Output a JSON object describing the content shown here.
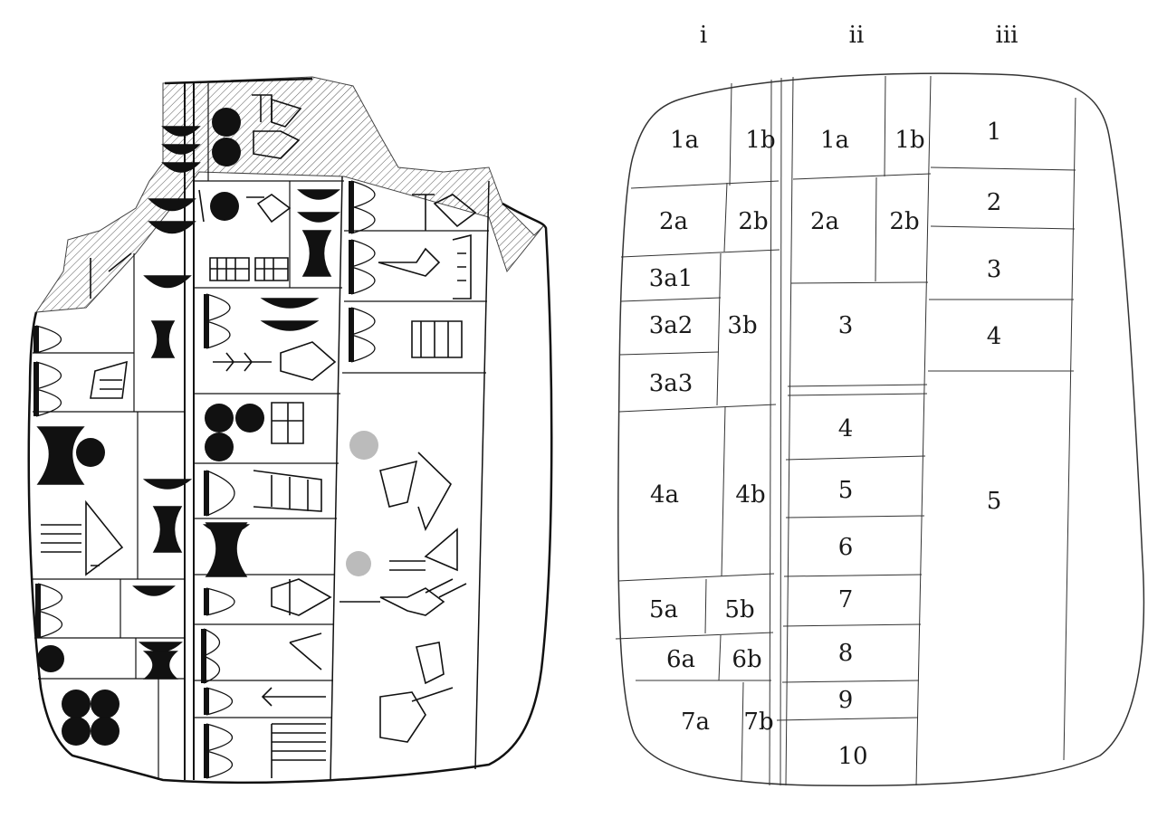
{
  "columns": [
    "i",
    "ii",
    "iii"
  ],
  "col_i": [
    "1a",
    "1b",
    "2a",
    "2b",
    "3a1",
    "3a2",
    "3a3",
    "3b",
    "4a",
    "4b",
    "5a",
    "5b",
    "6a",
    "6b",
    "7a",
    "7b"
  ],
  "col_ii": [
    "1a",
    "1b",
    "2a",
    "2b",
    "3",
    "4",
    "5",
    "6",
    "7",
    "8",
    "9",
    "10"
  ],
  "col_iii": [
    "1",
    "2",
    "3",
    "4",
    "5"
  ],
  "colors": {
    "ink": "#1a1a1a",
    "line": "#333333",
    "hatch": "#555555"
  }
}
